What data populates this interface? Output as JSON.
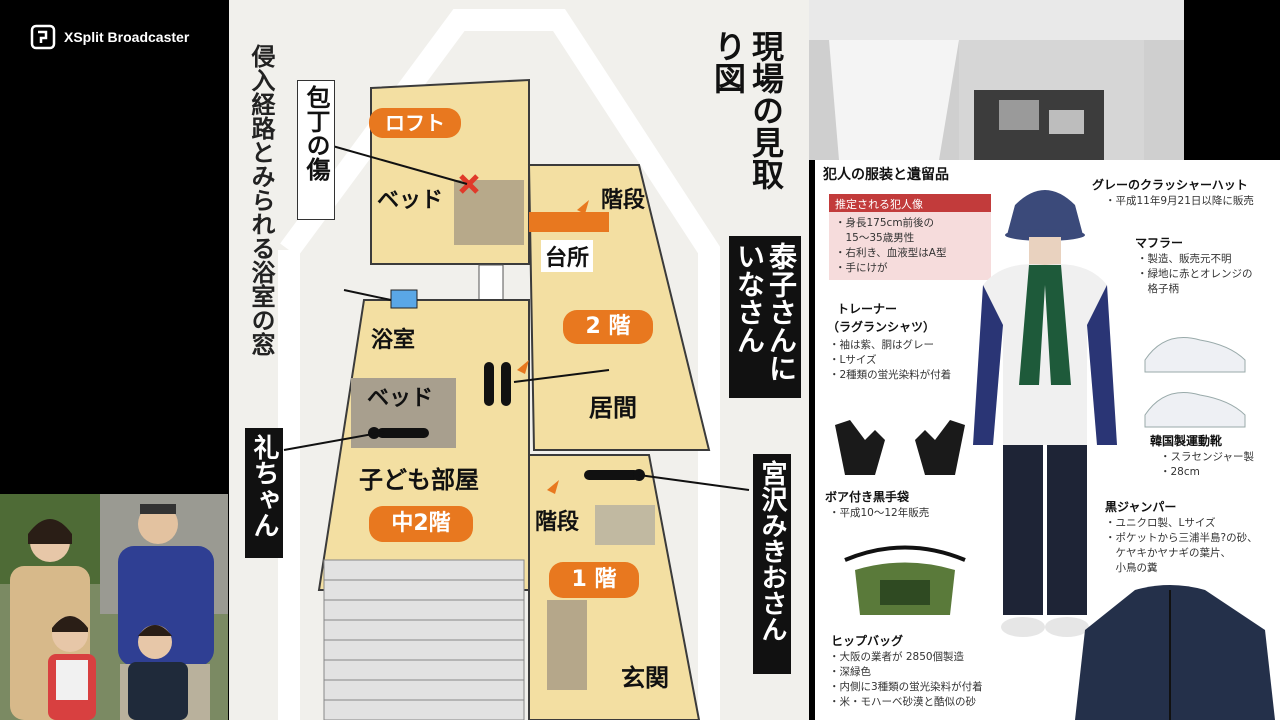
{
  "watermark": {
    "label": "XSplit Broadcaster",
    "icon": "xsplit-logo-icon"
  },
  "plan": {
    "title": "現場の見取り図",
    "intrusion_label": "侵入経路とみられる浴室の窓",
    "knife_label": "包丁の傷",
    "loft": "ロフト",
    "bed_loft": "ベッド",
    "stairs_top": "階段",
    "kitchen": "台所",
    "floor2": "2 階",
    "living": "居間",
    "bath": "浴室",
    "bed_kids": "ベッド",
    "kids_room": "子ども部屋",
    "mid2": "中2階",
    "stairs_bottom": "階段",
    "floor1": "1 階",
    "entrance": "玄関",
    "victim_couple": "泰子さんにいなさん",
    "victim_rei": "礼ちゃん",
    "victim_mikio": "宮沢みきおさん"
  },
  "clothes": {
    "title": "犯人の服装と遺留品",
    "suspect_header": "推定される犯人像",
    "suspect_lines": [
      "・身長175cm前後の",
      "　15～35歳男性",
      "・右利き、血液型はA型",
      "・手にけが"
    ],
    "hat_title": "グレーのクラッシャーハット",
    "hat_desc": [
      "・平成11年9月21日以降に販売"
    ],
    "muffler_title": "マフラー",
    "muffler_desc": [
      "・製造、販売元不明",
      "・緑地に赤とオレンジの",
      "　格子柄"
    ],
    "trainer_title": "トレーナー",
    "trainer_sub": "（ラグランシャツ）",
    "trainer_desc": [
      "・袖は紫、胴はグレー",
      "・Lサイズ",
      "・2種類の蛍光染料が付着"
    ],
    "shoes_title": "韓国製運動靴",
    "shoes_desc": [
      "・スラセンジャー製",
      "・28cm"
    ],
    "gloves_title": "ボア付き黒手袋",
    "gloves_desc": [
      "・平成10～12年販売"
    ],
    "jumper_title": "黒ジャンパー",
    "jumper_desc": [
      "・ユニクロ製、Lサイズ",
      "・ポケットから三浦半島?の砂、",
      "　ケヤキかヤナギの葉片、",
      "　小鳥の糞"
    ],
    "bag_title": "ヒップバッグ",
    "bag_desc": [
      "・大阪の業者が 2850個製造",
      "・深緑色",
      "・内側に3種類の蛍光染料が付着",
      "・米・モハーベ砂漠と酷似の砂"
    ]
  },
  "colors": {
    "accent_orange": "#e8781f",
    "floor_beige": "#f3dfa2",
    "dark_label": "#111111",
    "suspect_red": "#c23b3b"
  }
}
